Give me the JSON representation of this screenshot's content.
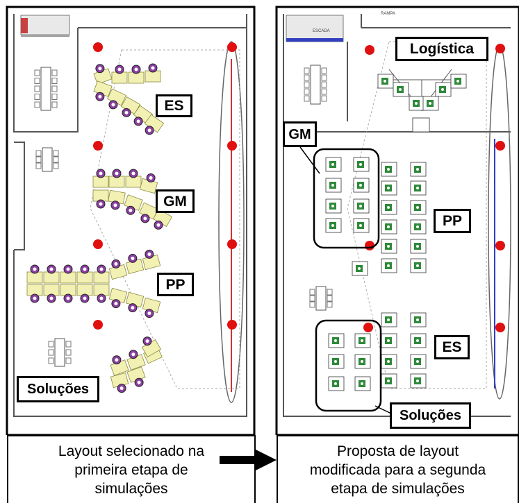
{
  "left_plan": {
    "labels": {
      "es": "ES",
      "gm": "GM",
      "pp": "PP",
      "solucoes": "Soluções"
    }
  },
  "right_plan": {
    "labels": {
      "logistica": "Logística",
      "gm": "GM",
      "pp": "PP",
      "es": "ES",
      "solucoes": "Soluções"
    },
    "small_text": {
      "rampa": "RAMPA",
      "escada": "ESCADA"
    }
  },
  "captions": {
    "left": "Layout selecionado na\nprimeira etapa de\nsimulações",
    "right": "Proposta de layout\nmodificada para a segunda\netapa de simulações"
  },
  "colors": {
    "desk": "#f2f0b2",
    "chair": "#8b3fa0",
    "marker": "#e01010",
    "seat_green": "#2f8a3a"
  }
}
